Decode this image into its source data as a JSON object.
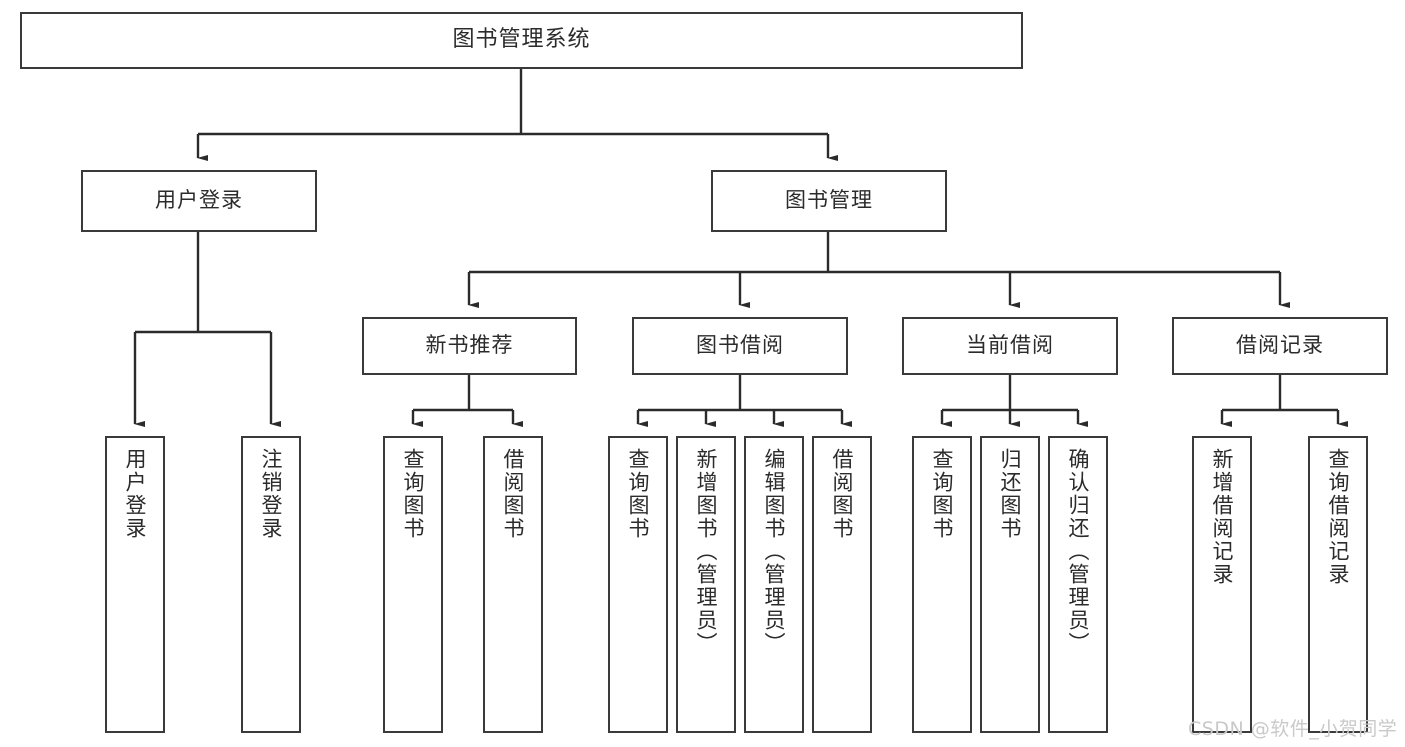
{
  "diagram": {
    "type": "tree-hierarchy",
    "title": "图书管理系统",
    "watermark": "CSDN @软件_小贺同学",
    "colors": {
      "box_border": "#3a3a3a",
      "box_fill": "#ffffff",
      "edge": "#2b2b2b",
      "text": "#2b2b2b",
      "watermark": "#c9c9c9",
      "background": "#ffffff"
    },
    "nodes": {
      "root": {
        "label": "图书管理系统",
        "orientation": "horizontal"
      },
      "level2": [
        {
          "id": "user-login",
          "label": "用户登录",
          "orientation": "horizontal"
        },
        {
          "id": "book-management",
          "label": "图书管理",
          "orientation": "horizontal"
        }
      ],
      "level3": [
        {
          "id": "new-book-recommend",
          "label": "新书推荐",
          "orientation": "horizontal"
        },
        {
          "id": "book-borrow",
          "label": "图书借阅",
          "orientation": "horizontal"
        },
        {
          "id": "current-borrow",
          "label": "当前借阅",
          "orientation": "horizontal"
        },
        {
          "id": "borrow-record",
          "label": "借阅记录",
          "orientation": "horizontal"
        }
      ],
      "leaves": {
        "user_login": [
          {
            "id": "leaf-user-login",
            "label": "用户登录",
            "orientation": "vertical"
          },
          {
            "id": "leaf-logout-login",
            "label": "注销登录",
            "orientation": "vertical"
          }
        ],
        "new_book_recommend": [
          {
            "id": "leaf-query-book-1",
            "label": "查询图书",
            "orientation": "vertical"
          },
          {
            "id": "leaf-borrow-book-1",
            "label": "借阅图书",
            "orientation": "vertical"
          }
        ],
        "book_borrow": [
          {
            "id": "leaf-query-book-2",
            "label": "查询图书",
            "orientation": "vertical"
          },
          {
            "id": "leaf-add-book-admin",
            "label": "新增图书（管理员）",
            "orientation": "vertical"
          },
          {
            "id": "leaf-edit-book-admin",
            "label": "编辑图书（管理员）",
            "orientation": "vertical"
          },
          {
            "id": "leaf-borrow-book-2",
            "label": "借阅图书",
            "orientation": "vertical"
          }
        ],
        "current_borrow": [
          {
            "id": "leaf-query-book-3",
            "label": "查询图书",
            "orientation": "vertical"
          },
          {
            "id": "leaf-return-book",
            "label": "归还图书",
            "orientation": "vertical"
          },
          {
            "id": "leaf-confirm-return-admin",
            "label": "确认归还（管理员）",
            "orientation": "vertical"
          }
        ],
        "borrow_record": [
          {
            "id": "leaf-add-borrow-record",
            "label": "新增借阅记录",
            "orientation": "vertical"
          },
          {
            "id": "leaf-query-borrow-record",
            "label": "查询借阅记录",
            "orientation": "vertical"
          }
        ]
      }
    }
  }
}
